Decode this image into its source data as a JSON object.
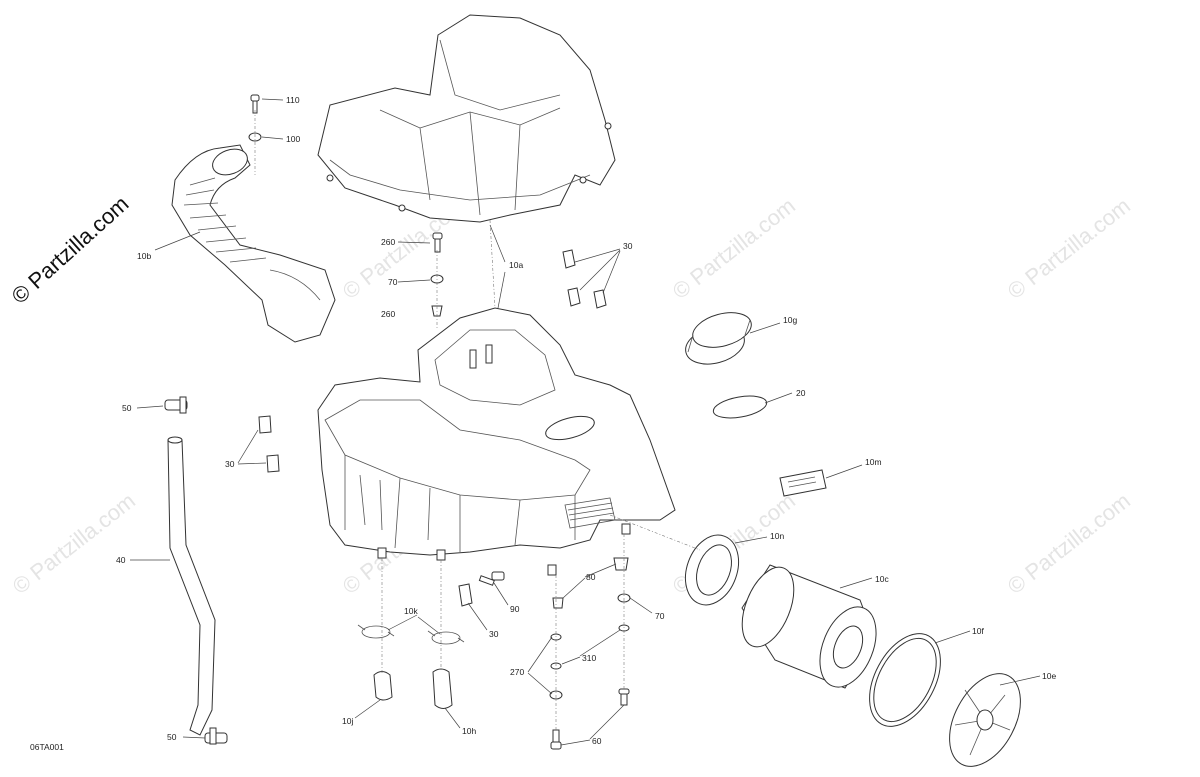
{
  "brand_text": "© Partzilla.com",
  "watermark_text": "© Partzilla.com",
  "figure_ref": "06TA001",
  "callouts": {
    "c110": "110",
    "c100": "100",
    "c10b": "10b",
    "c260a": "260",
    "c70a": "70",
    "c260b": "260",
    "c10a": "10a",
    "c30a": "30",
    "c10g": "10g",
    "c20": "20",
    "c50a": "50",
    "c30b": "30",
    "c10m": "10m",
    "c10n": "10n",
    "c10c": "10c",
    "c40": "40",
    "c80": "80",
    "c10k": "10k",
    "c90": "90",
    "c70b": "70",
    "c30c": "30",
    "c10f": "10f",
    "c310": "310",
    "c270": "270",
    "c10e": "10e",
    "c10j": "10j",
    "c10h": "10h",
    "c60": "60",
    "c50b": "50"
  }
}
